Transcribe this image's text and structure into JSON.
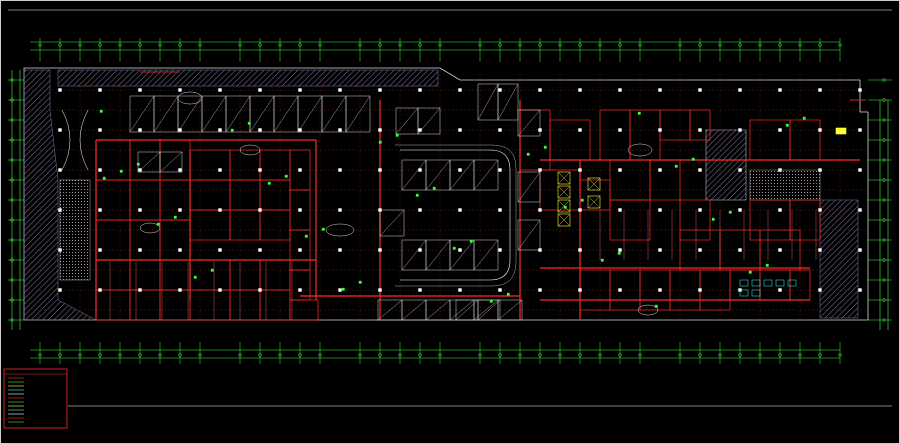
{
  "drawing": {
    "caption": "",
    "scale_note": "",
    "sheet_label": ""
  },
  "legend": {
    "rows": [
      "",
      "",
      "",
      "",
      "",
      "",
      "",
      "",
      "",
      "",
      "",
      ""
    ]
  },
  "colors": {
    "background": "#000000",
    "wall": "#ff2a2a",
    "wall_light": "#ff6a6a",
    "grid": "#3dff3d",
    "structure": "#d8d8d8",
    "hatch": "#7a7aa8",
    "white_line": "#ffffff",
    "yellow": "#ffff33",
    "cyan": "#33ffff"
  },
  "icons": {
    "column_marker": "small-square",
    "grid_bubble": "circle",
    "stair": "x-box"
  }
}
